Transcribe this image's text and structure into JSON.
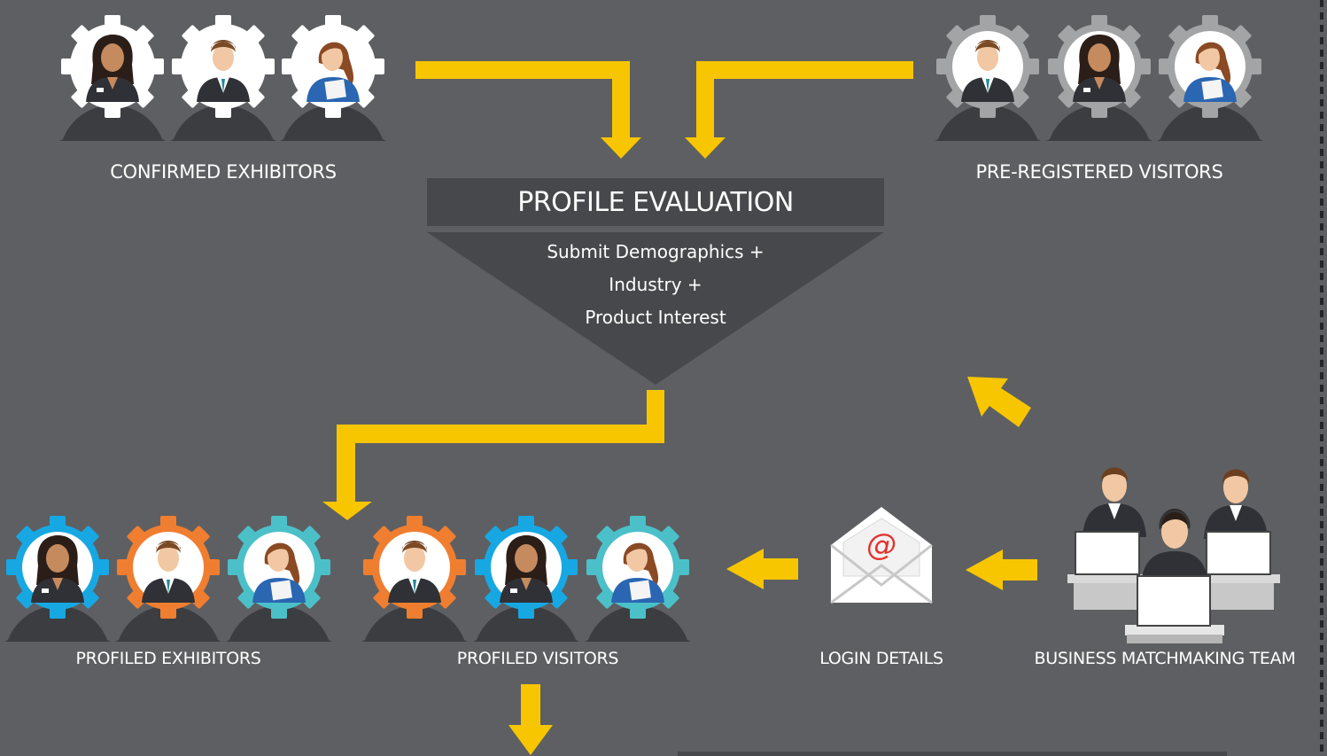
{
  "groups": {
    "confirmed_exhibitors": "CONFIRMED EXHIBITORS",
    "pre_registered_visitors": "PRE-REGISTERED VISITORS",
    "profiled_exhibitors": "PROFILED EXHIBITORS",
    "profiled_visitors": "PROFILED VISITORS",
    "login_details": "LOGIN DETAILS",
    "business_matchmaking_team": "BUSINESS MATCHMAKING TEAM"
  },
  "evaluation": {
    "title": "PROFILE EVALUATION",
    "lines": [
      "Submit Demographics +",
      "Industry +",
      "Product Interest"
    ]
  },
  "email": {
    "symbol": "@"
  },
  "colors": {
    "background": "#5e5f62",
    "arrow": "#f7c600",
    "gear_white": "#ffffff",
    "gear_grey": "#a3a4a6",
    "gear_blue": "#17a8e3",
    "gear_orange": "#f07e30",
    "gear_teal": "#4cc0c8",
    "title_box": "#47484b",
    "funnel": "#47484b"
  }
}
